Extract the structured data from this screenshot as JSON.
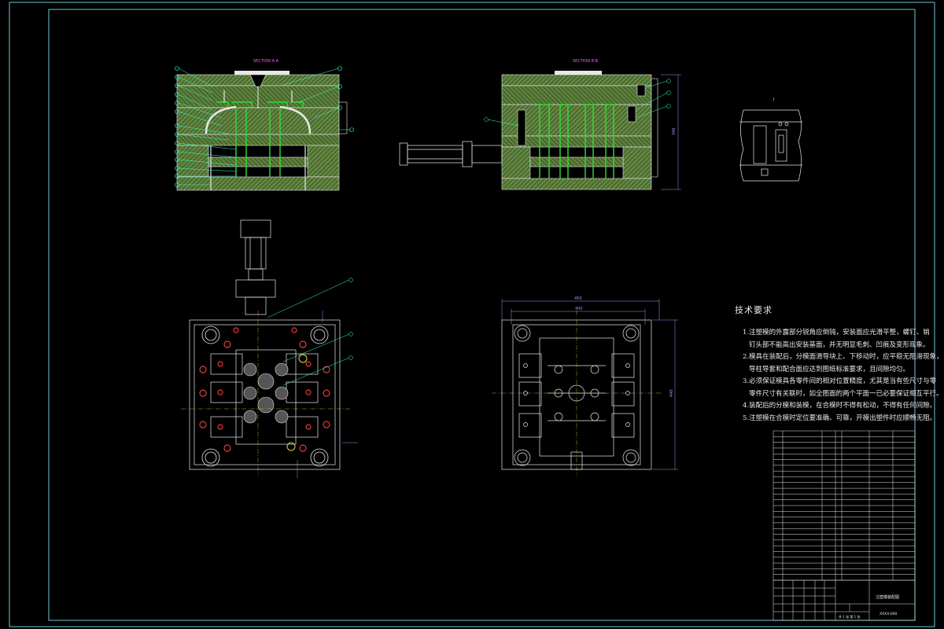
{
  "drawing": {
    "section_a_title": "SECTION A-A",
    "section_b_title": "SECTION B-B",
    "detail_label": "I",
    "plan_dim_overall": "450",
    "plan_dim_inner": "400",
    "plan_dim_height": "440",
    "side_dim_height": "346",
    "colors": {
      "background": "#000000",
      "border": "#6cc7d6",
      "plate_fill": "#5a7a3c",
      "plate_hatch": "#8fb85a",
      "core": "#33dd33",
      "outline": "#e8e8e8",
      "leader": "#33ffcc",
      "cyan_line": "#00d8ff",
      "hole": "#e23b3b",
      "dimension": "#9a9aff"
    }
  },
  "tech_req": {
    "title": "技术要求",
    "lines": [
      "1.注塑模的外露部分锐角应倒钝，安装面应光滑平整，螺钉、销",
      "钉头部不能高出安装基面，并无明显毛刺、凹痕及变形现象。",
      "2.模具在装配后，分模面滑导块上、下移动时，应平稳无阻滞现象，",
      "导柱导套和配合面应达到图纸标准要求，且间隙均匀。",
      "3.必须保证模具各零件间的相对位置精度，尤其是当有些尺寸与零",
      "零件尺寸有关联时，如全图面的两个平面一已必要保证相互平行。",
      "4.装配后的分模和装模，在合模时不得有松动，不得有任何间隙。",
      "5.注塑模在合模时定位要准确、可靠，开模出塑件时应顺畅无阻。"
    ]
  },
  "title_block": {
    "drawing_title": "注塑模装配图",
    "drawing_code": "XXXX-000",
    "scale_row": "共 1 张 第 1 张"
  }
}
